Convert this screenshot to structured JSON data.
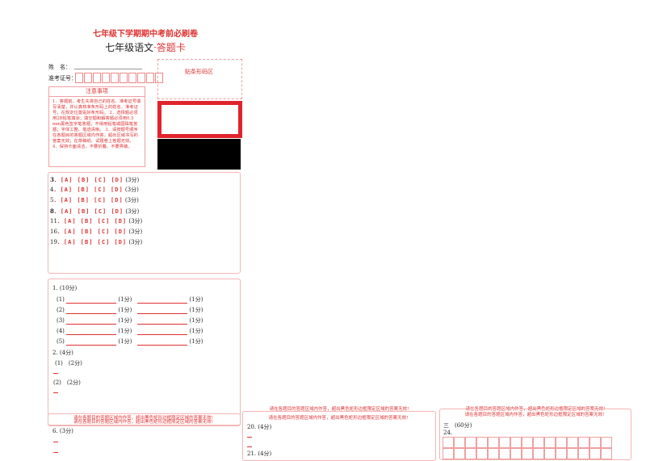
{
  "header": {
    "title": "七年级下学期期中考前必刷卷",
    "subject": "七年级语文",
    "suffix": "·答题卡"
  },
  "info": {
    "name_label": "姓　名：",
    "id_label": "准考证号：",
    "barcode_label": "贴条形码区"
  },
  "notice": {
    "title": "注意事项",
    "body": "1．答题前，考生先将自己的姓名、准考证号填写清楚，并认真核准条形码上的姓名、准考证号，在规定位置贴好条形码。 2．选择题必须用2B铅笔填涂；填空题和解答题必须用0.5 mm黑色签字笔答题，不得用铅笔或圆珠笔答题；字体工整、笔迹清晰。 3．请按题号顺序在各题目的答题区域内作答，超出区域书写的答案无效；在草稿纸、试题卷上答题无效。 4．保持卡面清洁，不要折叠、不要弄破。"
  },
  "mc": [
    {
      "num": "3",
      "opts": "．[A] [B] [C] [D]",
      "pts": "(3分)"
    },
    {
      "num": "4",
      "opts": "．[A] [B] [C] [D]",
      "pts": "(3分)"
    },
    {
      "num": "5",
      "opts": "．[A] [B] [C] [D]",
      "pts": "(3分)"
    },
    {
      "num": "8",
      "opts": "．[A] [B] [C] [D]",
      "pts": "(3分)"
    },
    {
      "num": "11",
      "opts": "．[A] [B] [C] [D]",
      "pts": "(3分)"
    },
    {
      "num": "16",
      "opts": "．[A] [B] [C] [D]",
      "pts": "(3分)"
    },
    {
      "num": "19",
      "opts": "．[A] [B] [C] [D]",
      "pts": "(3分)"
    }
  ],
  "q1": {
    "title": "1. (10分)",
    "pt": "(1分)",
    "rows": [
      "(1)",
      "(2)",
      "(3)",
      "(4)",
      "(5)"
    ]
  },
  "q2": {
    "title": "2. (4分)",
    "sub1": "(1)　(2分)",
    "sub2": "(2)　(2分)"
  },
  "q6": {
    "title": "6. (3分)"
  },
  "q20": {
    "title": "20. (4分)",
    "next": "21. (4分)"
  },
  "q24": {
    "section": "三　(60分)",
    "num": "24."
  },
  "warning": "请在各题目的答题区域内作答，超出黑色矩形边框限定区域的答案无效!"
}
